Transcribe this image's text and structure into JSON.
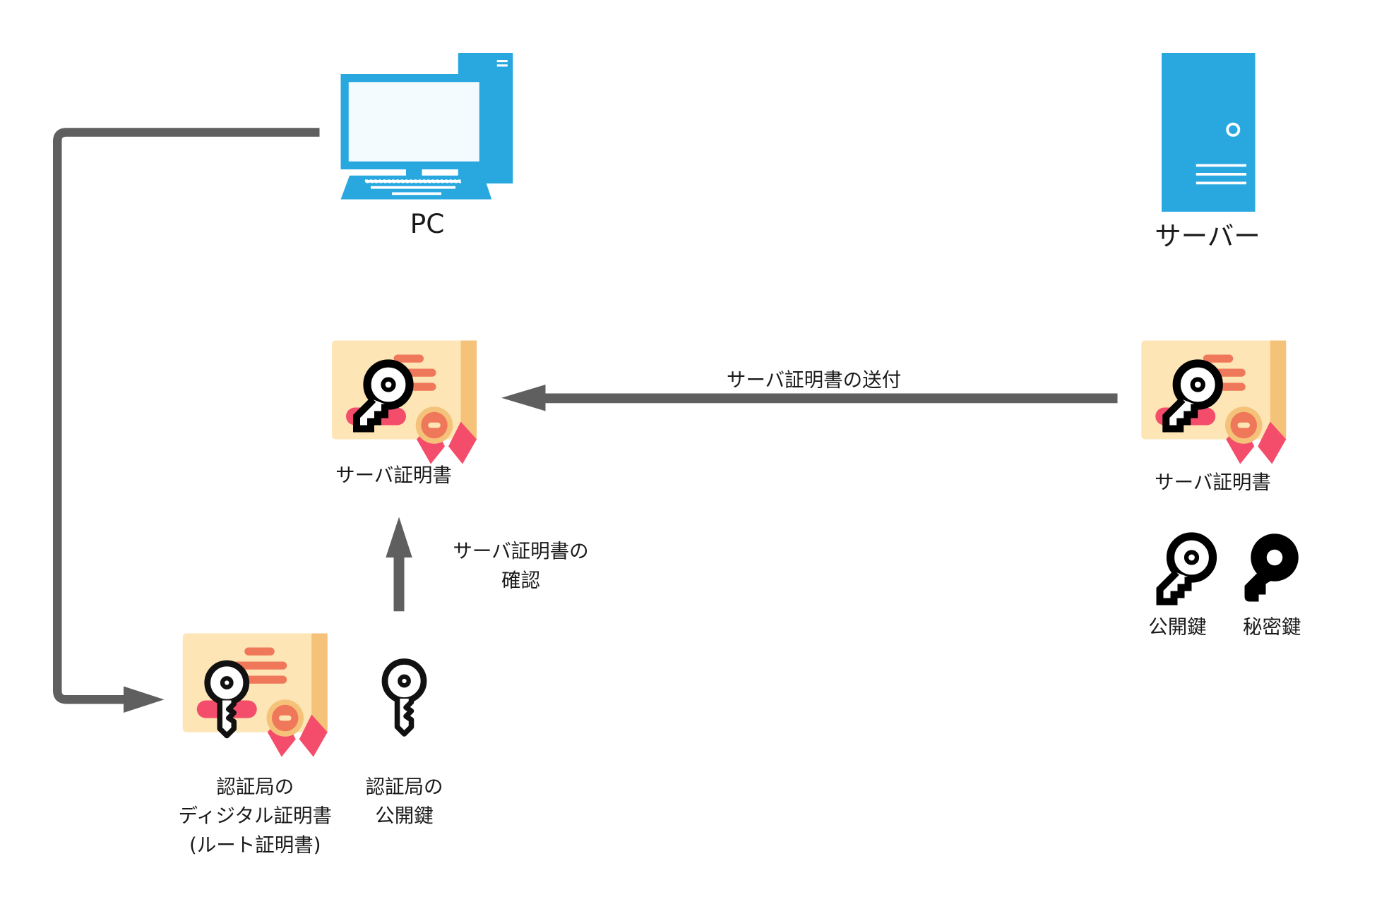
{
  "pc": {
    "label": "PC"
  },
  "server": {
    "label": "サーバー"
  },
  "flow": {
    "send_label": "サーバ証明書の送付",
    "verify_label_line1": "サーバ証明書の",
    "verify_label_line2": "確認"
  },
  "pc_side": {
    "server_cert_label": "サーバ証明書",
    "ca_cert_label_line1": "認証局の",
    "ca_cert_label_line2": "ディジタル証明書",
    "ca_cert_label_line3": "(ルート証明書)",
    "ca_key_label_line1": "認証局の",
    "ca_key_label_line2": "公開鍵"
  },
  "server_side": {
    "server_cert_label": "サーバ証明書",
    "public_key_label": "公開鍵",
    "private_key_label": "秘密鍵"
  },
  "colors": {
    "blue": "#29a8e0",
    "arrow": "#5f5f5f",
    "cert": "#fde5b5",
    "ribbon": "#f44d6b",
    "seal": "#f0785a"
  }
}
